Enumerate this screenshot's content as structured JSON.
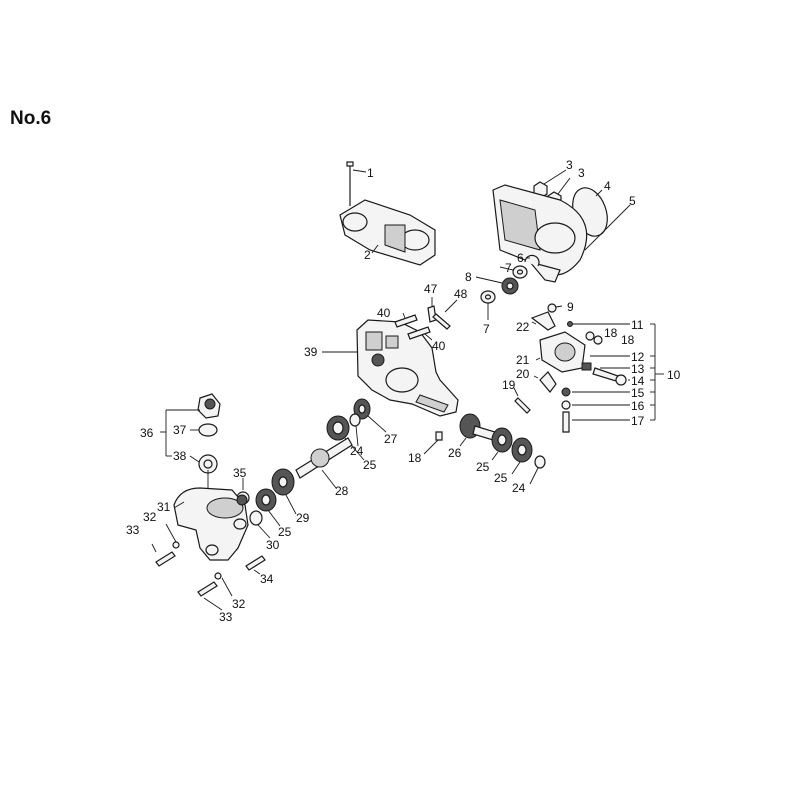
{
  "title": "No.6",
  "labels": [
    {
      "id": "l1",
      "text": "1"
    },
    {
      "id": "l2",
      "text": "2"
    },
    {
      "id": "l3a",
      "text": "3"
    },
    {
      "id": "l3b",
      "text": "3"
    },
    {
      "id": "l4",
      "text": "4"
    },
    {
      "id": "l5",
      "text": "5"
    },
    {
      "id": "l6",
      "text": "6"
    },
    {
      "id": "l7a",
      "text": "7"
    },
    {
      "id": "l7b",
      "text": "7"
    },
    {
      "id": "l8",
      "text": "8"
    },
    {
      "id": "l9",
      "text": "9"
    },
    {
      "id": "l10",
      "text": "10"
    },
    {
      "id": "l11",
      "text": "11"
    },
    {
      "id": "l12",
      "text": "12"
    },
    {
      "id": "l13",
      "text": "13"
    },
    {
      "id": "l14",
      "text": "14"
    },
    {
      "id": "l15",
      "text": "15"
    },
    {
      "id": "l16",
      "text": "16"
    },
    {
      "id": "l17",
      "text": "17"
    },
    {
      "id": "l18a",
      "text": "18"
    },
    {
      "id": "l18b",
      "text": "18"
    },
    {
      "id": "l18c",
      "text": "18"
    },
    {
      "id": "l19",
      "text": "19"
    },
    {
      "id": "l20",
      "text": "20"
    },
    {
      "id": "l21",
      "text": "21"
    },
    {
      "id": "l22",
      "text": "22"
    },
    {
      "id": "l24a",
      "text": "24"
    },
    {
      "id": "l24b",
      "text": "24"
    },
    {
      "id": "l25a",
      "text": "25"
    },
    {
      "id": "l25b",
      "text": "25"
    },
    {
      "id": "l25c",
      "text": "25"
    },
    {
      "id": "l25d",
      "text": "25"
    },
    {
      "id": "l26",
      "text": "26"
    },
    {
      "id": "l27",
      "text": "27"
    },
    {
      "id": "l28",
      "text": "28"
    },
    {
      "id": "l29",
      "text": "29"
    },
    {
      "id": "l30",
      "text": "30"
    },
    {
      "id": "l31",
      "text": "31"
    },
    {
      "id": "l32a",
      "text": "32"
    },
    {
      "id": "l32b",
      "text": "32"
    },
    {
      "id": "l33a",
      "text": "33"
    },
    {
      "id": "l33b",
      "text": "33"
    },
    {
      "id": "l34",
      "text": "34"
    },
    {
      "id": "l35",
      "text": "35"
    },
    {
      "id": "l36",
      "text": "36"
    },
    {
      "id": "l37",
      "text": "37"
    },
    {
      "id": "l38",
      "text": "38"
    },
    {
      "id": "l39",
      "text": "39"
    },
    {
      "id": "l40a",
      "text": "40"
    },
    {
      "id": "l40b",
      "text": "40"
    },
    {
      "id": "l47",
      "text": "47"
    },
    {
      "id": "l48",
      "text": "48"
    }
  ]
}
